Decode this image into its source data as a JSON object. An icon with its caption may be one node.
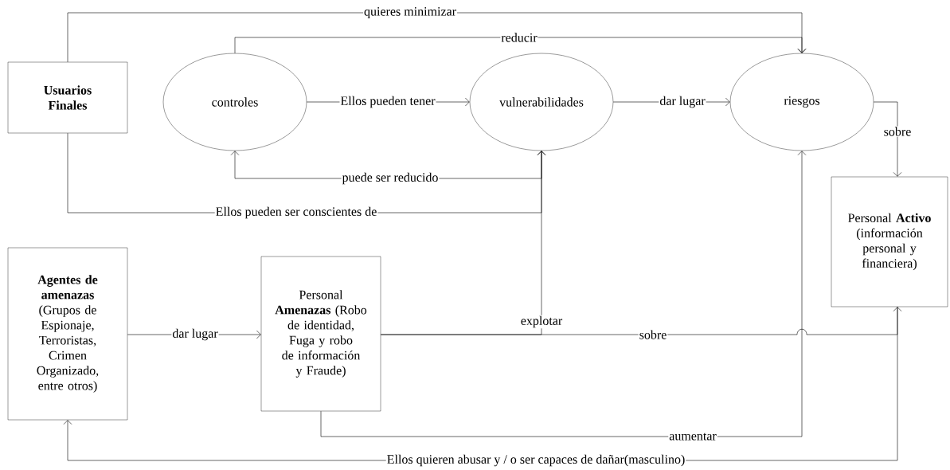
{
  "diagram": {
    "nodes": [
      {
        "text": [
          "**Usuarios Finales**"
        ]
      },
      {
        "text": [
          "controles"
        ]
      },
      {
        "text": [
          "vulnerabilidades"
        ]
      },
      {
        "text": [
          "riesgos"
        ]
      },
      {
        "text": [
          "Personal **Activo** (información personal y financiera)"
        ]
      },
      {
        "text": [
          "**Agentes de amenazas** (Grupos de Espionaje, Terroristas, Crimen Organizado, entre otros)"
        ]
      },
      {
        "text": [
          "Personal **Amenazas** (Robo de identidad, Fuga y robo de información y Fraude)"
        ]
      }
    ],
    "edges": [
      {
        "from": 0,
        "to": 3,
        "arrow": "to",
        "label": "quieres minimizar"
      },
      {
        "from": 1,
        "to": 3,
        "arrow": "to",
        "label": "reducir"
      },
      {
        "from": 1,
        "to": 2,
        "arrow": "to",
        "label": "Ellos pueden tener"
      },
      {
        "from": 2,
        "to": 3,
        "arrow": "to",
        "label": "dar lugar"
      },
      {
        "from": 3,
        "to": 4,
        "arrow": "to",
        "label": "sobre"
      },
      {
        "from": 2,
        "to": 1,
        "arrow": "to",
        "label": "puede ser reducido"
      },
      {
        "from": 0,
        "to": 2,
        "arrow": "to",
        "label": "Ellos pueden ser conscientes de"
      },
      {
        "from": 6,
        "to": 2,
        "arrow": "to",
        "label": "explotar"
      },
      {
        "from": 6,
        "to": 4,
        "arrow": "to",
        "label": "sobre"
      },
      {
        "from": 6,
        "to": 3,
        "arrow": "to",
        "label": "aumentar"
      },
      {
        "from": 4,
        "to": 5,
        "arrow": "to",
        "label": "Ellos quieren abusar y / o ser capaces de dañar(masculino)"
      },
      {
        "from": 5,
        "to": 6,
        "arrow": "to",
        "label": "dar lugar"
      }
    ]
  }
}
